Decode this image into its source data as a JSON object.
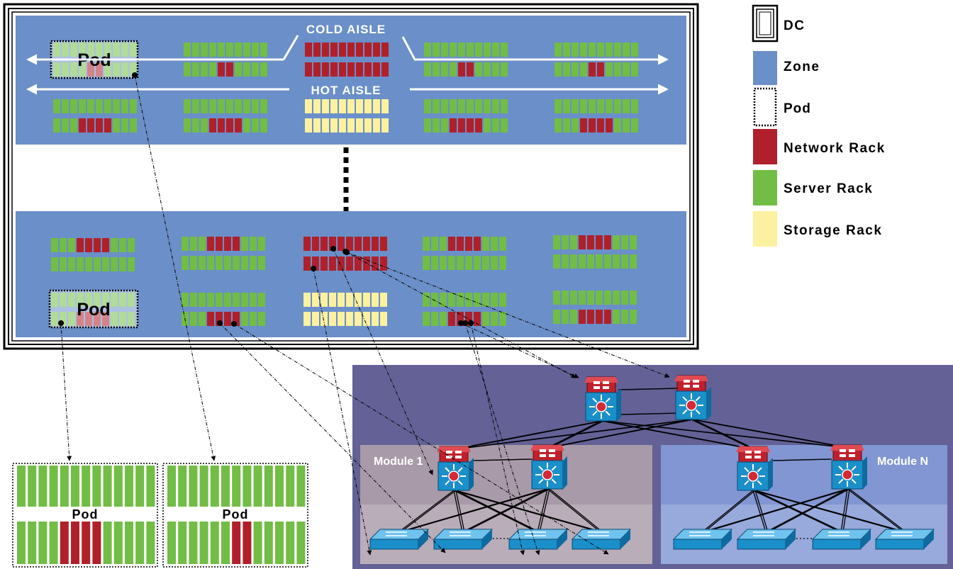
{
  "diagram": {
    "labels": {
      "cold_aisle": "COLD AISLE",
      "hot_aisle": "HOT AISLE",
      "pod": "Pod",
      "module_1": "Module 1",
      "module_n": "Module N"
    },
    "legend": [
      {
        "key": "dc",
        "label": "DC"
      },
      {
        "key": "zone",
        "label": "Zone",
        "color": "#6b8fc8"
      },
      {
        "key": "pod",
        "label": "Pod"
      },
      {
        "key": "network_rack",
        "label": "Network Rack",
        "color": "#b0202a"
      },
      {
        "key": "server_rack",
        "label": "Server Rack",
        "color": "#72bd45"
      },
      {
        "key": "storage_rack",
        "label": "Storage Rack",
        "color": "#fbf1a0"
      }
    ],
    "colors": {
      "zone": "#6b8fc8",
      "network": "#b0202a",
      "server": "#72bd45",
      "storage": "#fbf1a0",
      "module_area": "#636196",
      "module_1_bg": "#a89aa8",
      "module_n_bg": "#8196d2",
      "switch": "#1a8fc9"
    }
  }
}
